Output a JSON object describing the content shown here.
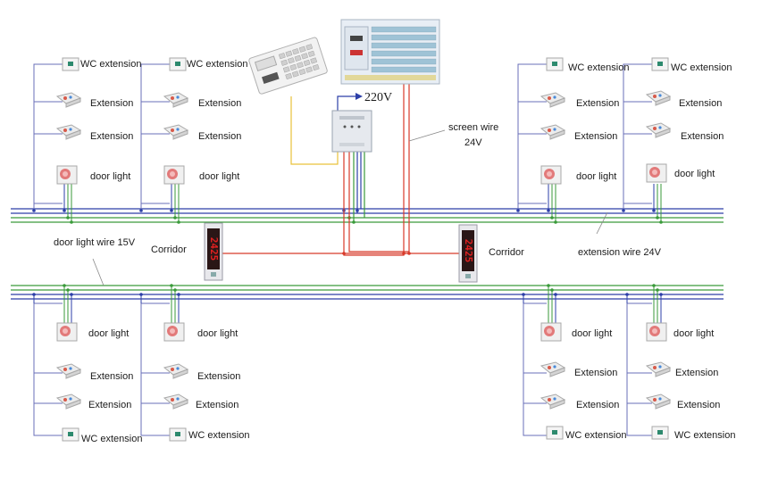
{
  "labels": {
    "wc_extension": "WC extension",
    "extension": "Extension",
    "door_light": "door light",
    "corridor": "Corridor",
    "voltage_220": "220V",
    "screen_wire": "screen wire",
    "screen_wire_voltage": "24V",
    "door_light_wire": "door light wire 15V",
    "extension_wire": "extension wire 24V"
  },
  "corridor_display": {
    "digits": "2425"
  },
  "colors": {
    "blue_wire": "#2c3fa8",
    "green_wire": "#3a9a3a",
    "red_wire": "#d83a2a",
    "yellow_wire": "#e9c23a",
    "riser_wire": "#6a6fb8",
    "device_face": "#eeeeee",
    "display_red": "#e02020"
  },
  "icons": {
    "wc_extension": "wc-pull-cord-icon",
    "extension": "call-extension-icon",
    "door_light": "door-light-icon",
    "corridor": "corridor-display-icon",
    "master_station": "master-console-icon",
    "monitor_panel": "monitor-panel-icon",
    "power_supply": "power-supply-icon"
  }
}
